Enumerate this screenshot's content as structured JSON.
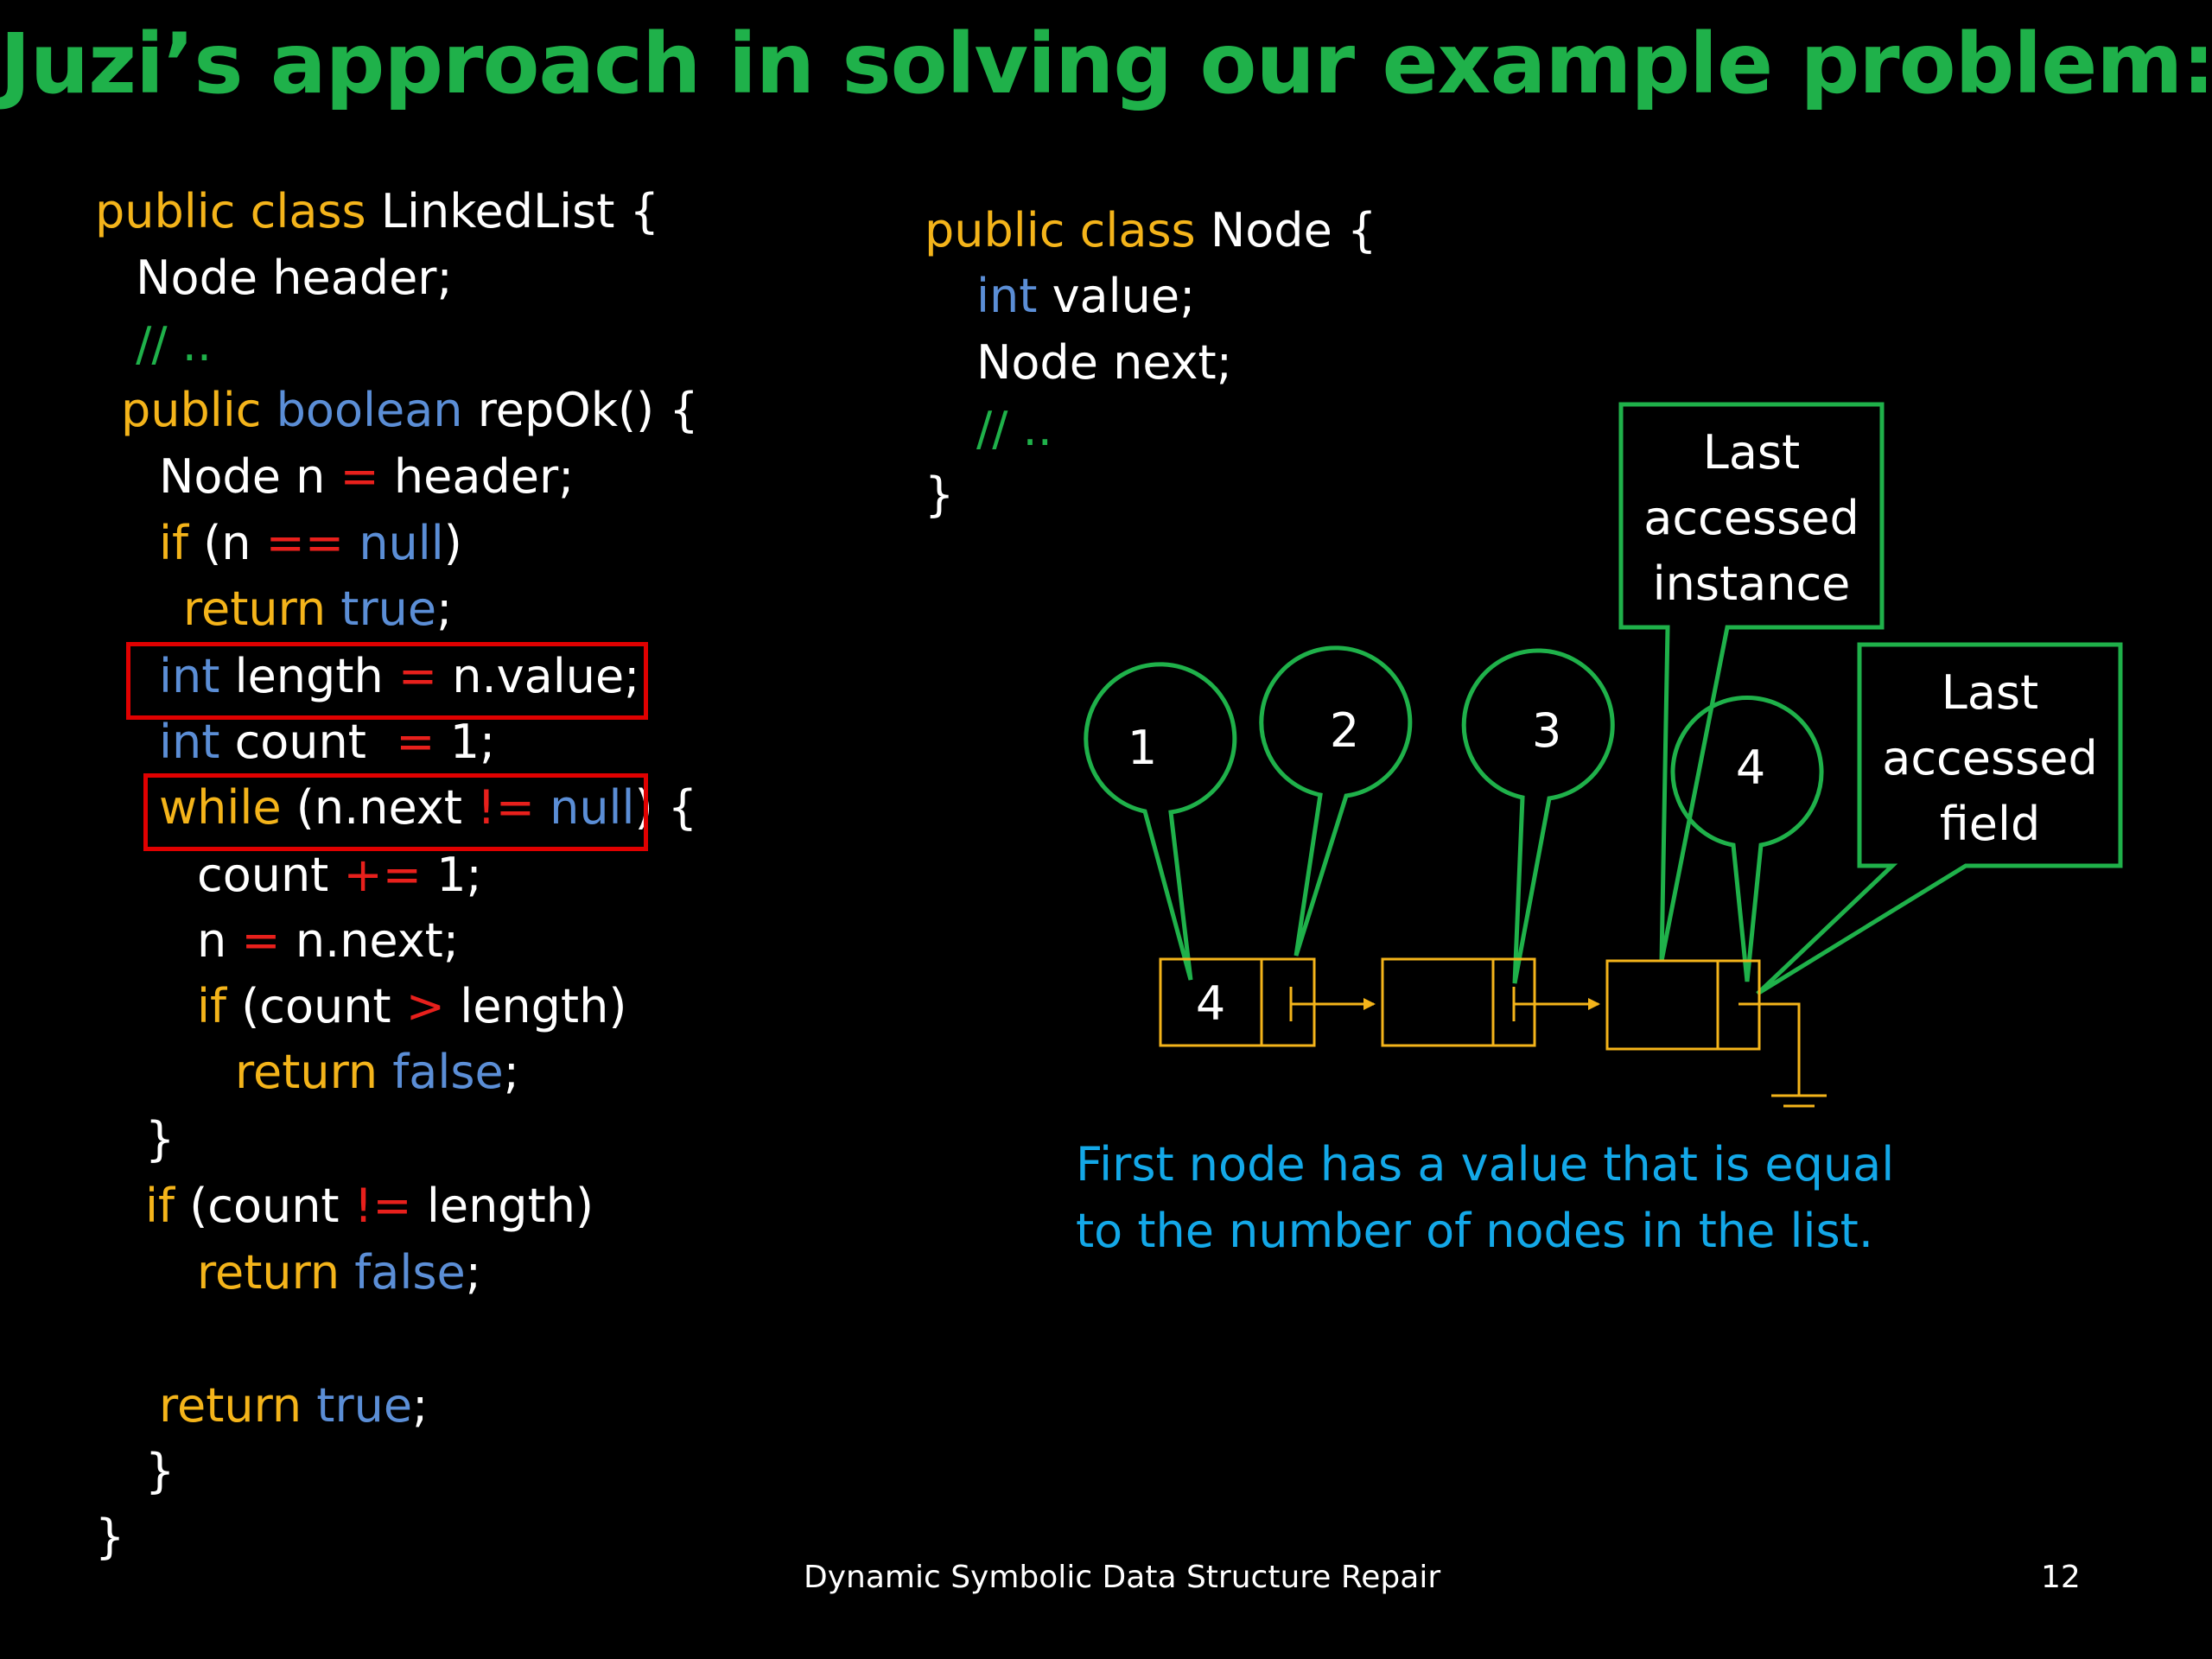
{
  "title": "Juzi’s approach in solving our example problem:",
  "linkedlist_code": [
    [
      {
        "t": "public class ",
        "c": "kw"
      },
      {
        "t": "LinkedList {",
        "c": ""
      }
    ],
    [
      {
        "t": " Node header;",
        "c": ""
      }
    ],
    [
      {
        "t": " // ..",
        "c": "cm"
      }
    ],
    [
      {
        "t": "public ",
        "c": "kw"
      },
      {
        "t": "boolean ",
        "c": "ty"
      },
      {
        "t": "repOk() {",
        "c": ""
      }
    ],
    [
      {
        "t": "Node n ",
        "c": ""
      },
      {
        "t": "= ",
        "c": "op"
      },
      {
        "t": "header;",
        "c": ""
      }
    ],
    [
      {
        "t": "if ",
        "c": "kw"
      },
      {
        "t": "(n ",
        "c": ""
      },
      {
        "t": "== ",
        "c": "op"
      },
      {
        "t": "null",
        "c": "ty"
      },
      {
        "t": ")",
        "c": ""
      }
    ],
    [
      {
        "t": "return ",
        "c": "kw"
      },
      {
        "t": "true",
        "c": "ty"
      },
      {
        "t": ";",
        "c": ""
      }
    ],
    [
      {
        "t": "int ",
        "c": "ty"
      },
      {
        "t": "length ",
        "c": ""
      },
      {
        "t": "= ",
        "c": "op"
      },
      {
        "t": "n.value;",
        "c": ""
      }
    ],
    [
      {
        "t": "int ",
        "c": "ty"
      },
      {
        "t": "count  ",
        "c": ""
      },
      {
        "t": "= ",
        "c": "op"
      },
      {
        "t": "1;",
        "c": ""
      }
    ],
    [
      {
        "t": "while ",
        "c": "kw"
      },
      {
        "t": "(n.next ",
        "c": ""
      },
      {
        "t": "!= ",
        "c": "op"
      },
      {
        "t": "null",
        "c": "ty"
      },
      {
        "t": ") {",
        "c": ""
      }
    ],
    [
      {
        "t": "count ",
        "c": ""
      },
      {
        "t": "+= ",
        "c": "op"
      },
      {
        "t": "1;",
        "c": ""
      }
    ],
    [
      {
        "t": "n ",
        "c": ""
      },
      {
        "t": "= ",
        "c": "op"
      },
      {
        "t": "n.next;",
        "c": ""
      }
    ],
    [
      {
        "t": "if ",
        "c": "kw"
      },
      {
        "t": "(count ",
        "c": ""
      },
      {
        "t": "> ",
        "c": "op"
      },
      {
        "t": "length)",
        "c": ""
      }
    ],
    [
      {
        "t": "return ",
        "c": "kw"
      },
      {
        "t": "false",
        "c": "ty"
      },
      {
        "t": ";",
        "c": ""
      }
    ],
    [
      {
        "t": "}",
        "c": ""
      }
    ],
    [
      {
        "t": "if ",
        "c": "kw"
      },
      {
        "t": "(count ",
        "c": ""
      },
      {
        "t": "!= ",
        "c": "op"
      },
      {
        "t": "length)",
        "c": ""
      }
    ],
    [
      {
        "t": "return ",
        "c": "kw"
      },
      {
        "t": "false",
        "c": "ty"
      },
      {
        "t": ";",
        "c": ""
      }
    ],
    [
      {
        "t": "",
        "c": ""
      }
    ],
    [
      {
        "t": "return ",
        "c": "kw"
      },
      {
        "t": "true",
        "c": "ty"
      },
      {
        "t": ";",
        "c": ""
      }
    ],
    [
      {
        "t": "}",
        "c": ""
      }
    ],
    [
      {
        "t": "}",
        "c": ""
      }
    ]
  ],
  "node_code": [
    [
      {
        "t": "public class ",
        "c": "kw"
      },
      {
        "t": "Node {",
        "c": ""
      }
    ],
    [
      {
        "t": "int ",
        "c": "ty"
      },
      {
        "t": "value;",
        "c": ""
      }
    ],
    [
      {
        "t": "Node next;",
        "c": ""
      }
    ],
    [
      {
        "t": "// ..",
        "c": "cm"
      }
    ],
    [
      {
        "t": "}",
        "c": ""
      }
    ]
  ],
  "diagram": {
    "node_value": "4",
    "bubbles": [
      "1",
      "2",
      "3",
      "4"
    ],
    "callout_instance": [
      "Last",
      "accessed",
      "instance"
    ],
    "callout_field": [
      "Last",
      "accessed",
      "field"
    ],
    "colors": {
      "bubble": "#1fb14a",
      "node": "#f4b41a",
      "text": "#ffffff"
    }
  },
  "caption": {
    "line1": "First node has a value that is equal",
    "line2": "to the number of nodes in the list."
  },
  "footer": {
    "center": "Dynamic Symbolic Data Structure Repair",
    "page": "12"
  }
}
